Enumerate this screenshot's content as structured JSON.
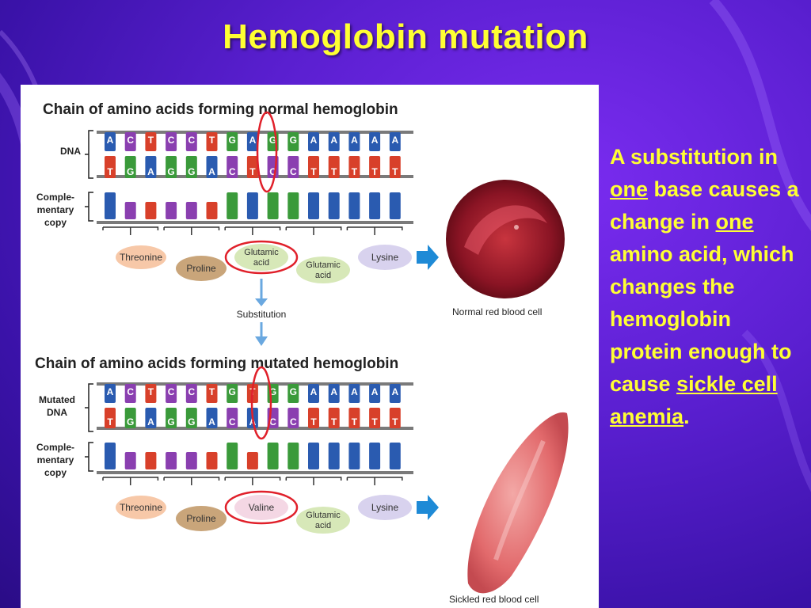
{
  "slide": {
    "title": "Hemoglobin mutation",
    "colors": {
      "title": "#ffff33",
      "background": "#5a1fd0",
      "highlight_ring": "#e0202a"
    }
  },
  "figure": {
    "normal": {
      "heading": "Chain of amino acids forming normal hemoglobin",
      "dna_label": "DNA",
      "copy_label_lines": [
        "Comple-",
        "mentary",
        "copy"
      ],
      "top_strand": [
        "A",
        "C",
        "T",
        "C",
        "C",
        "T",
        "G",
        "A",
        "G",
        "G",
        "A",
        "A",
        "A",
        "A",
        "A"
      ],
      "bottom_strand": [
        "T",
        "G",
        "A",
        "G",
        "G",
        "A",
        "C",
        "T",
        "C",
        "C",
        "T",
        "T",
        "T",
        "T",
        "T"
      ],
      "amino_acids": [
        {
          "lines": [
            "Threonine"
          ],
          "color": "#f7c8a8"
        },
        {
          "lines": [
            "Proline"
          ],
          "color": "#c9a57a"
        },
        {
          "lines": [
            "Glutamic",
            "acid"
          ],
          "color": "#d7e8b8"
        },
        {
          "lines": [
            "Glutamic",
            "acid"
          ],
          "color": "#d7e8b8"
        },
        {
          "lines": [
            "Lysine"
          ],
          "color": "#d8d2ee"
        }
      ],
      "cell_caption": "Normal red blood cell"
    },
    "substitution_label": "Substitution",
    "mutated": {
      "heading": "Chain of amino acids forming mutated hemoglobin",
      "dna_label_lines": [
        "Mutated",
        "DNA"
      ],
      "copy_label_lines": [
        "Comple-",
        "mentary",
        "copy"
      ],
      "top_strand": [
        "A",
        "C",
        "T",
        "C",
        "C",
        "T",
        "G",
        "T",
        "G",
        "G",
        "A",
        "A",
        "A",
        "A",
        "A"
      ],
      "bottom_strand": [
        "T",
        "G",
        "A",
        "G",
        "G",
        "A",
        "C",
        "A",
        "C",
        "C",
        "T",
        "T",
        "T",
        "T",
        "T"
      ],
      "amino_acids": [
        {
          "lines": [
            "Threonine"
          ],
          "color": "#f7c8a8"
        },
        {
          "lines": [
            "Proline"
          ],
          "color": "#c9a57a"
        },
        {
          "lines": [
            "Valine"
          ],
          "color": "#f4d7e4"
        },
        {
          "lines": [
            "Glutamic",
            "acid"
          ],
          "color": "#d7e8b8"
        },
        {
          "lines": [
            "Lysine"
          ],
          "color": "#d8d2ee"
        }
      ],
      "cell_caption": "Sickled red blood cell"
    },
    "base_colors": {
      "A": "#2a5bb0",
      "C": "#8a3fb0",
      "T": "#d8402a",
      "G": "#3a9a3a"
    }
  },
  "explanation": {
    "t1": "A substitution in ",
    "u1": "one",
    "t2": " base causes a change in ",
    "u2": "one",
    "t3": " amino acid, which changes the hemoglobin protein enough to cause ",
    "u3": "sickle cell anemia",
    "t4": "."
  }
}
